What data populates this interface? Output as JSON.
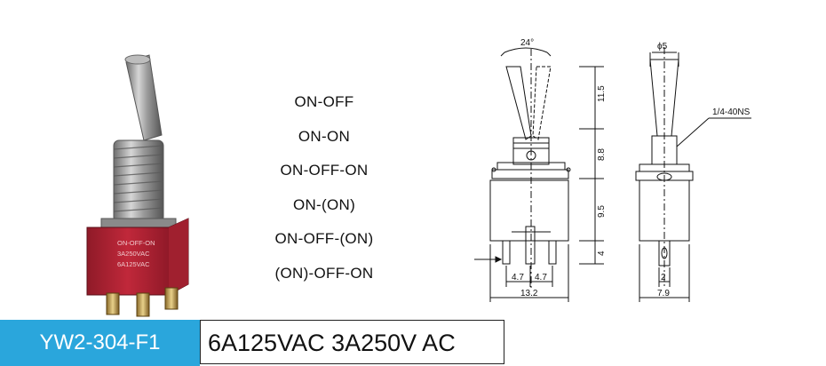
{
  "product": {
    "model": "YW2-304-F1",
    "rating": "6A125VAC 3A250V AC",
    "body_marking": [
      "ON-OFF-ON",
      "3A250VAC",
      "6A125VAC"
    ]
  },
  "modes": [
    "ON-OFF",
    "ON-ON",
    "ON-OFF-ON",
    "ON-(ON)",
    "ON-OFF-(ON)",
    "(ON)-OFF-ON"
  ],
  "front_view": {
    "angle": "24°",
    "lever_height": "11.5",
    "bushing_height": "8.8",
    "body_height": "9.5",
    "pin_length": "4",
    "pin_pitch_left": "4.7",
    "pin_pitch_right": "4.7",
    "body_width": "13.2"
  },
  "side_view": {
    "lever_diameter": "ϕ5",
    "thread": "1/4-40NS",
    "pin_width": "2",
    "body_width": "7.9"
  },
  "colors": {
    "model_background": "#2aa6dc",
    "body_red": "#c0283a",
    "metal": "#9a9a9a"
  }
}
